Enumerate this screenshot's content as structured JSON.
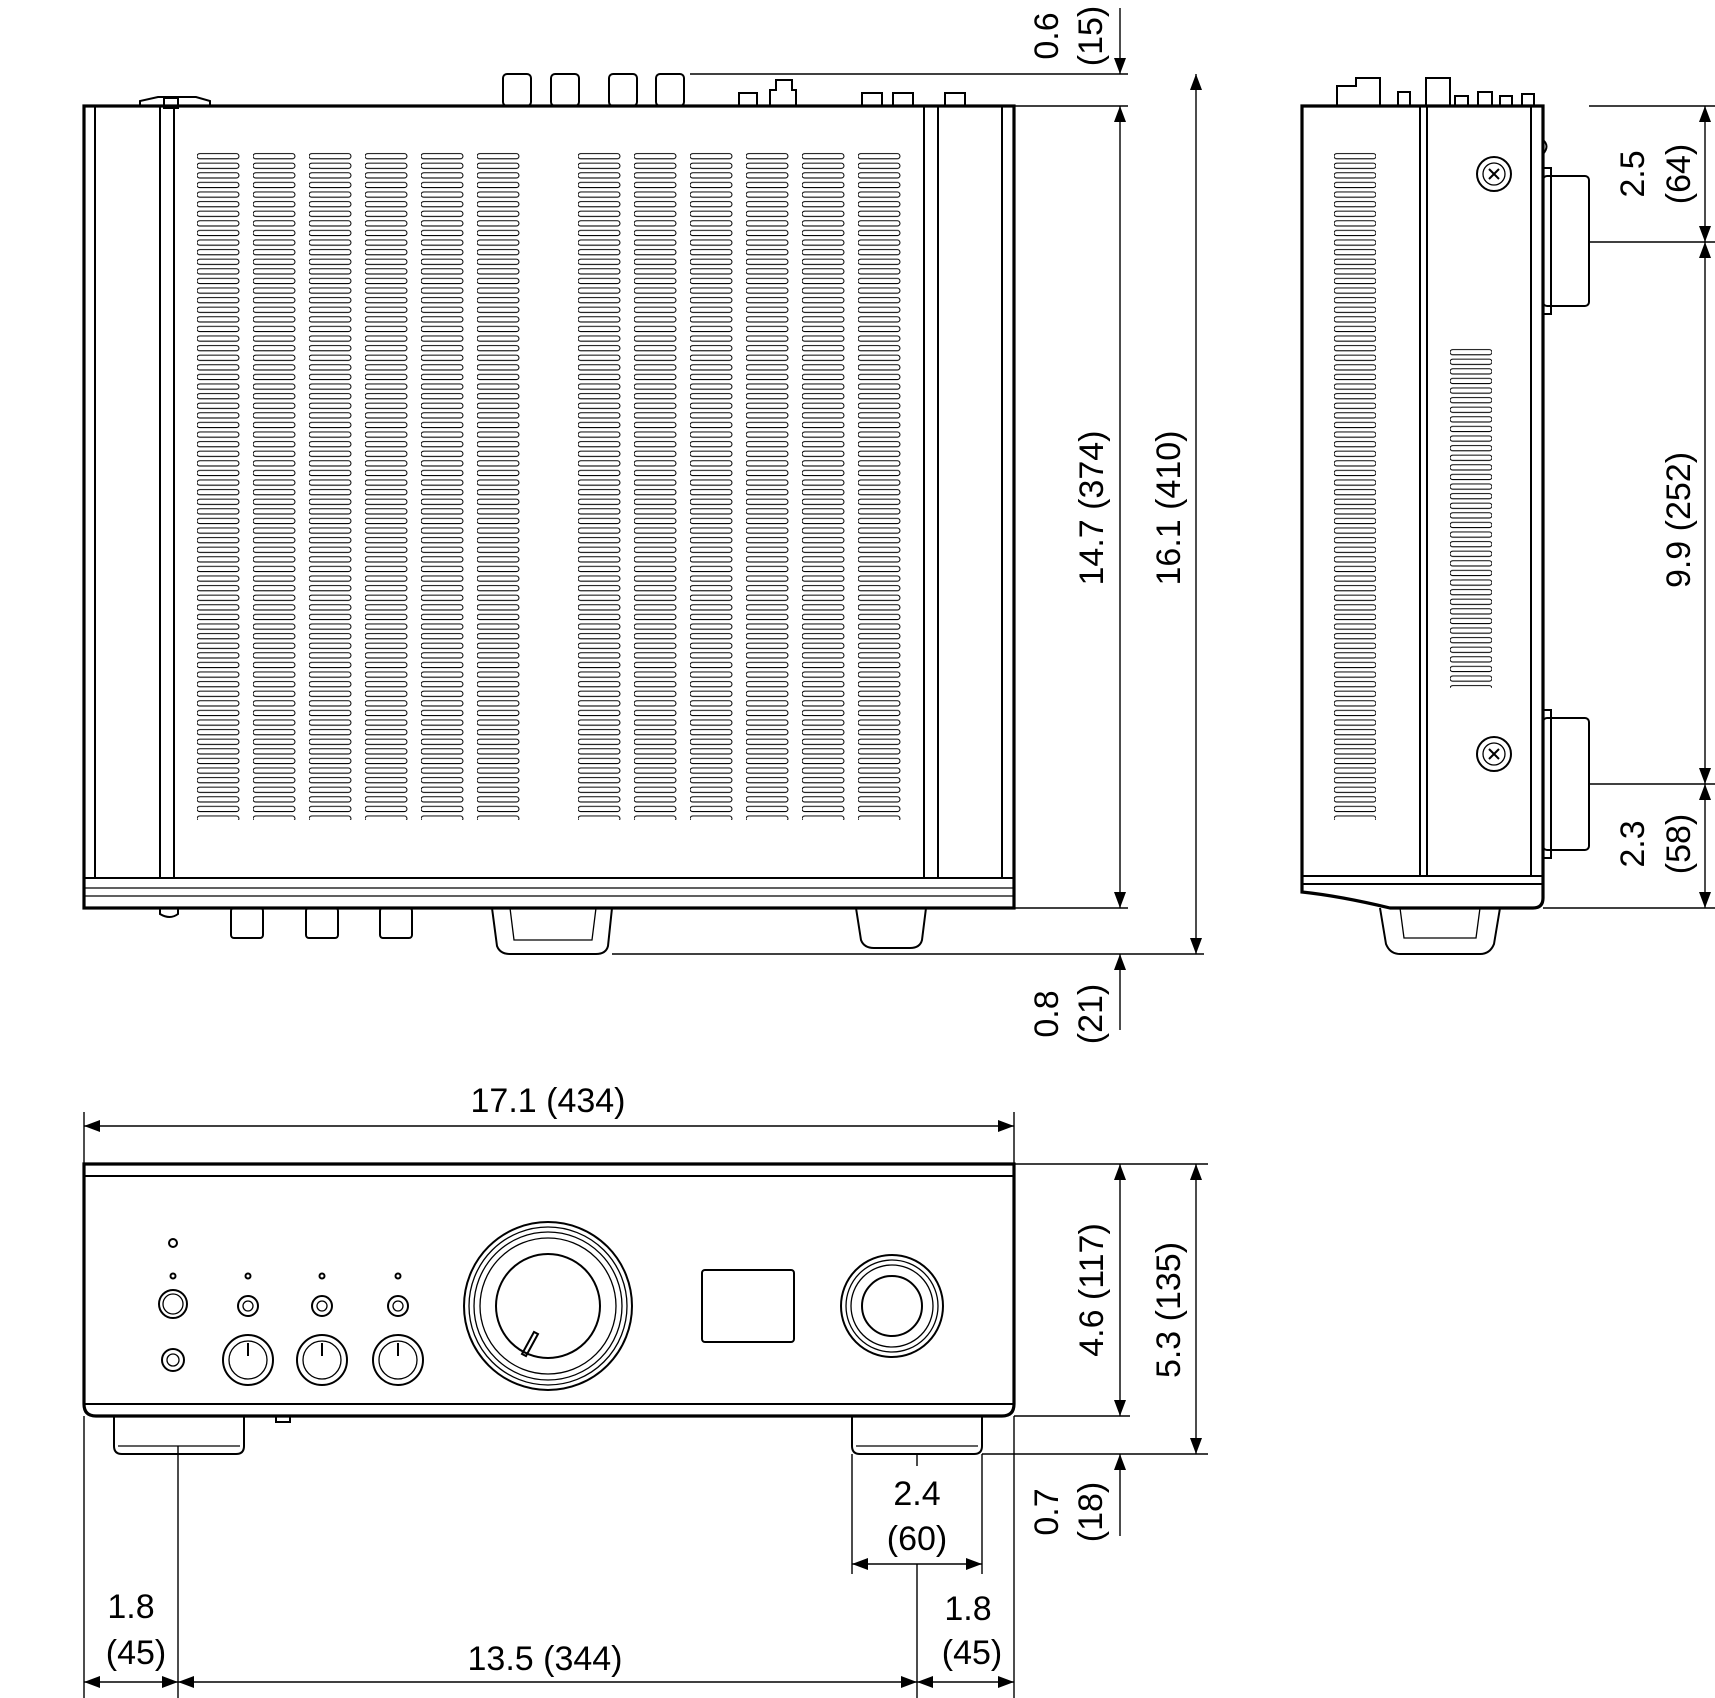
{
  "views": {
    "top_view": {
      "kind": "top"
    },
    "side_view": {
      "kind": "side"
    },
    "front_view": {
      "kind": "front"
    }
  },
  "dimensions": {
    "top_rear_protrusion": {
      "inch": "0.6",
      "mm": "(15)"
    },
    "top_depth_body": {
      "text": "14.7 (374)"
    },
    "top_depth_total": {
      "text": "16.1 (410)"
    },
    "top_front_protrusion": {
      "inch": "0.8",
      "mm": "(21)"
    },
    "side_top_segment": {
      "inch": "2.5",
      "mm": "(64)"
    },
    "side_mid_segment": {
      "text": "9.9 (252)"
    },
    "side_bottom_segment": {
      "inch": "2.3",
      "mm": "(58)"
    },
    "front_width": {
      "text": "17.1 (434)"
    },
    "front_body_height": {
      "text": "4.6 (117)"
    },
    "front_total_height": {
      "text": "5.3 (135)"
    },
    "foot_height": {
      "inch": "0.7",
      "mm": "(18)"
    },
    "foot_width": {
      "inch": "2.4",
      "mm": "(60)"
    },
    "left_foot_offset": {
      "inch": "1.8",
      "mm": "(45)"
    },
    "foot_spacing": {
      "text": "13.5 (344)"
    },
    "right_foot_offset": {
      "inch": "1.8",
      "mm": "(45)"
    }
  }
}
